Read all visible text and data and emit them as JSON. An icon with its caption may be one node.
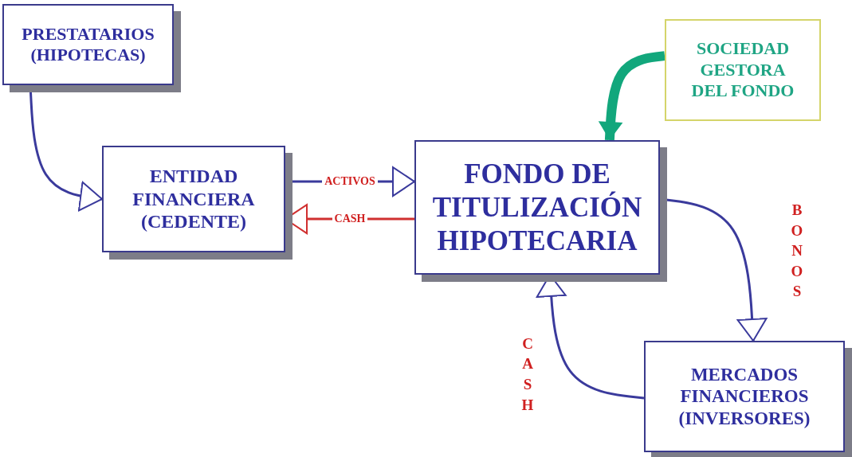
{
  "diagram": {
    "nodes": [
      {
        "text": [
          "PRESTATARIOS (HIPOTECAS)"
        ]
      },
      {
        "text": [
          "ENTIDAD FINANCIERA (CEDENTE)"
        ]
      },
      {
        "text": [
          "FONDO DE TITULIZACIÓN HIPOTECARIA"
        ]
      },
      {
        "text": [
          "SOCIEDAD GESTORA DEL FONDO"
        ]
      },
      {
        "text": [
          "MERCADOS FINANCIEROS (INVERSORES)"
        ]
      }
    ],
    "edges": [
      {
        "from": 0,
        "to": 1,
        "arrow": "to"
      },
      {
        "from": 1,
        "to": 2,
        "arrow": "to",
        "label": "ACTIVOS"
      },
      {
        "from": 2,
        "to": 1,
        "arrow": "to",
        "label": "CASH",
        "color": "#d03030"
      },
      {
        "from": 3,
        "to": 2,
        "arrow": "to",
        "style": "thick",
        "color": "#12a77c"
      },
      {
        "from": 2,
        "to": 4,
        "arrow": "to",
        "label": "BONOS"
      },
      {
        "from": 4,
        "to": 2,
        "arrow": "to",
        "label": "CASH"
      }
    ]
  }
}
